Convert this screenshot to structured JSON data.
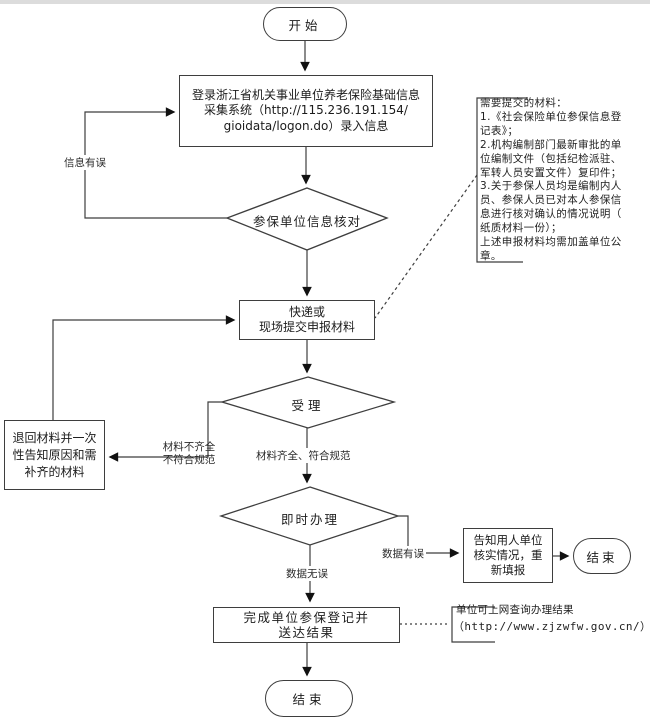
{
  "nodes": {
    "start": "开始",
    "login": "登录浙江省机关事业单位养老保险基础信息\n采集系统（http://115.236.191.154/\ngioidata/logon.do）录入信息",
    "verify": "参保单位信息核对",
    "submit": "快递或\n现场提交申报材料",
    "accept": "受理",
    "return_materials": "退回材料并一次\n性告知原因和需\n补齐的材料",
    "instant_process": "即时办理",
    "notify_unit": "告知用人单位\n核实情况，重\n新填报",
    "end_right": "结束",
    "complete": "完成单位参保登记并\n送达结果",
    "end_bottom": "结束"
  },
  "edge_labels": {
    "info_error": "信息有误",
    "materials_incomplete": "材料不齐全\n不符合规范",
    "materials_ok": "材料齐全、符合规范",
    "data_ok": "数据无误",
    "data_error": "数据有误"
  },
  "notes": {
    "required_materials": "需要提交的材料：\n1.《社会保险单位参保信息登\n记表》；\n2.机构编制部门最新审批的单\n位编制文件（包括纪检派驻、\n军转人员安置文件）复印件；\n3.关于参保人员均是编制内人\n员、参保人员已对本人参保信\n息进行核对确认的情况说明（\n纸质材料一份）；\n上述申报材料均需加盖单位公\n章。",
    "query_line1": "单位可上网查询办理结果",
    "query_line2": "（http://www.zjzwfw.gov.cn/）"
  },
  "colors": {
    "line": "#3e3e3e",
    "arrow": "#111111",
    "text": "#1c1c1c",
    "background": "#ffffff"
  }
}
